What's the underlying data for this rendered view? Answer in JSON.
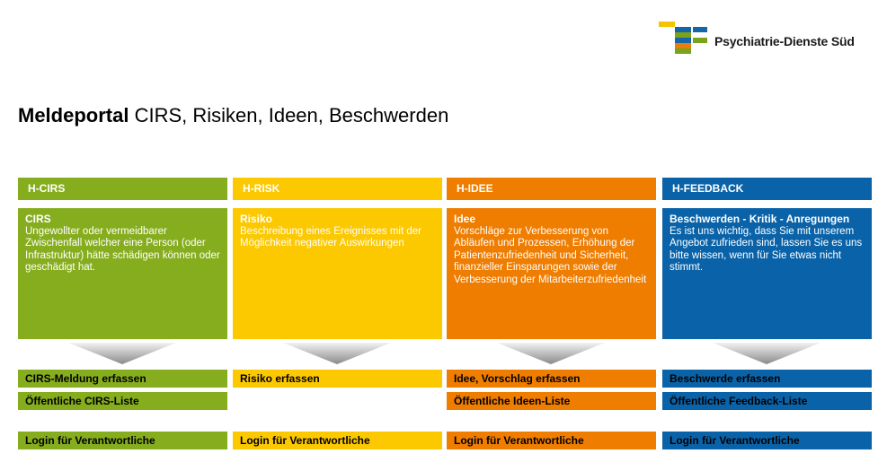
{
  "logo": {
    "text": "Psychiatrie-Dienste Süd",
    "colors": [
      "#f5c400",
      "#1565a8",
      "#7aa21a",
      "#e87f0a"
    ]
  },
  "title": {
    "bold": "Meldeportal",
    "rest": " CIRS, Risiken, Ideen, Beschwerden"
  },
  "columns": [
    {
      "header": "H-CIRS",
      "color": "#86ad1e",
      "body_title": "CIRS",
      "body_text": "Ungewollter oder vermeidbarer Zwischenfall welcher eine Person (oder Infrastruktur) hätte schädigen können oder geschädigt hat.",
      "action1": "CIRS-Meldung erfassen",
      "action2": "Öffentliche CIRS-Liste",
      "login": "Login für Verantwortliche"
    },
    {
      "header": "H-RISK",
      "color": "#fcc800",
      "body_title": "Risiko",
      "body_text": "Beschreibung eines Ereignisses mit der Möglichkeit negativer Auswirkungen",
      "action1": "Risiko erfassen",
      "action2": "",
      "login": "Login für Verantwortliche"
    },
    {
      "header": "H-IDEE",
      "color": "#ee7d00",
      "body_title": "Idee",
      "body_text": "Vorschläge zur Verbesserung von Abläufen und Prozessen, Erhöhung der Patientenzufriedenheit und Sicherheit, finanzieller Einsparungen sowie der Verbesserung der Mitarbeiterzufriedenheit",
      "action1": "Idee, Vorschlag erfassen",
      "action2": "Öffentliche Ideen-Liste",
      "login": "Login für Verantwortliche"
    },
    {
      "header": "H-FEEDBACK",
      "color": "#0a63a8",
      "body_title": "Beschwerden - Kritik - Anregungen",
      "body_text": "Es ist uns wichtig, dass Sie mit unserem Angebot zufrieden sind, lassen Sie es uns bitte wissen, wenn für Sie etwas nicht stimmt.",
      "action1": "Beschwerde erfassen",
      "action2": "Öffentliche Feedback-Liste",
      "login": "Login für Verantwortliche"
    }
  ]
}
